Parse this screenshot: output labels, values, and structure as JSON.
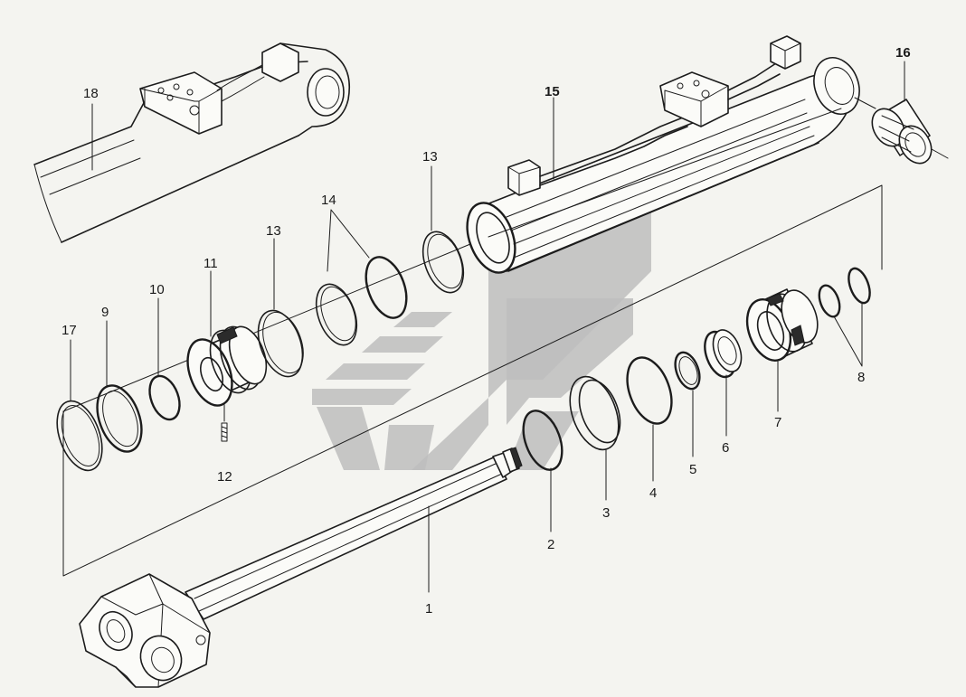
{
  "callouts": [
    {
      "id": "c1",
      "text": "1"
    },
    {
      "id": "c2",
      "text": "2"
    },
    {
      "id": "c3",
      "text": "3"
    },
    {
      "id": "c4",
      "text": "4"
    },
    {
      "id": "c5",
      "text": "5"
    },
    {
      "id": "c6",
      "text": "6"
    },
    {
      "id": "c7",
      "text": "7"
    },
    {
      "id": "c8",
      "text": "8"
    },
    {
      "id": "c9",
      "text": "9"
    },
    {
      "id": "c10",
      "text": "10"
    },
    {
      "id": "c11",
      "text": "11"
    },
    {
      "id": "c12",
      "text": "12"
    },
    {
      "id": "c13a",
      "text": "13"
    },
    {
      "id": "c13b",
      "text": "13"
    },
    {
      "id": "c14",
      "text": "14"
    },
    {
      "id": "c15",
      "text": "15"
    },
    {
      "id": "c16",
      "text": "16"
    },
    {
      "id": "c17",
      "text": "17"
    },
    {
      "id": "c18",
      "text": "18"
    }
  ],
  "colors": {
    "ink": "#1c1c1c",
    "paper": "#f4f4f0",
    "watermark": "#bdbdbd"
  },
  "icons": {
    "watermark": "logo-watermark-icon"
  }
}
